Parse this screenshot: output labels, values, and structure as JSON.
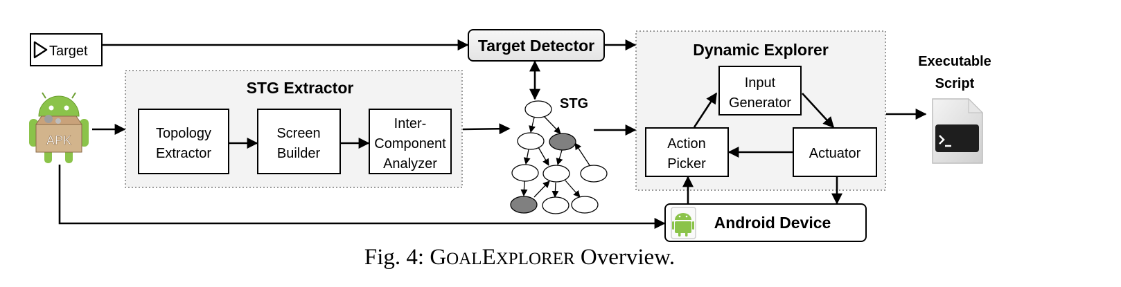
{
  "target": {
    "label": "Target",
    "icon": "play-outline-icon"
  },
  "target_detector": {
    "label": "Target Detector"
  },
  "apk": {
    "label": "APK",
    "icon": "android-apk-icon"
  },
  "stg_extractor": {
    "title": "STG Extractor",
    "topology_extractor": [
      "Topology",
      "Extractor"
    ],
    "screen_builder": [
      "Screen",
      "Builder"
    ],
    "inter_component_analyzer": [
      "Inter-",
      "Component",
      "Analyzer"
    ]
  },
  "stg": {
    "label": "STG",
    "highlighted_node_color": "#808080"
  },
  "dynamic_explorer": {
    "title": "Dynamic Explorer",
    "input_generator": [
      "Input",
      "Generator"
    ],
    "action_picker": [
      "Action",
      "Picker"
    ],
    "actuator": "Actuator"
  },
  "android_device": {
    "label": "Android Device",
    "icon": "android-phone-icon",
    "accent_color": "#8BC34A"
  },
  "executable_script": {
    "title": [
      "Executable",
      "Script"
    ],
    "icon": "terminal-document-icon"
  },
  "caption": {
    "prefix": "Fig. 4: ",
    "name_parts": [
      "G",
      "OAL",
      "E",
      "XPLORER"
    ],
    "suffix": " Overview."
  }
}
